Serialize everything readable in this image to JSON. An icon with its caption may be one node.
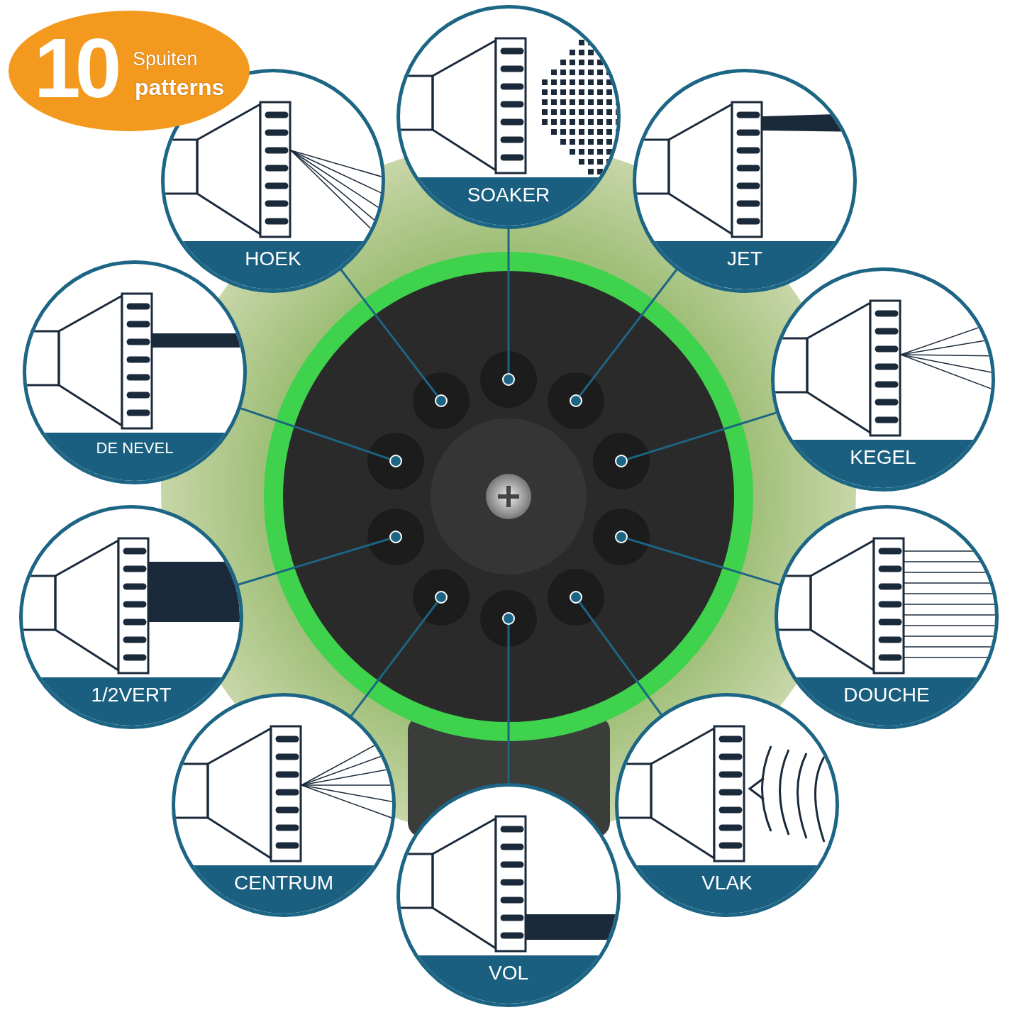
{
  "diagram": {
    "nodes": [
      {
        "text": [
          "10",
          "Spuiten",
          "patterns"
        ]
      },
      {
        "text": [],
        "shape": "picture"
      },
      {
        "text": [],
        "shape": "circle",
        "in": 1
      },
      {
        "text": [],
        "shape": "circle",
        "in": 1
      },
      {
        "text": [],
        "shape": "circle",
        "in": 1
      },
      {
        "text": [],
        "shape": "circle",
        "in": 1
      },
      {
        "text": [],
        "shape": "circle",
        "in": 1
      },
      {
        "text": [],
        "shape": "circle",
        "in": 1
      },
      {
        "text": [],
        "shape": "circle",
        "in": 1
      },
      {
        "text": [],
        "shape": "circle",
        "in": 1
      },
      {
        "text": [],
        "shape": "circle",
        "in": 1
      },
      {
        "text": [],
        "shape": "circle",
        "in": 1
      },
      {
        "text": [
          "SOAKER"
        ]
      },
      {
        "text": [
          "HOEK"
        ]
      },
      {
        "text": [
          "JET"
        ]
      },
      {
        "text": [
          "DE NEVEL"
        ]
      },
      {
        "text": [
          "KEGEL"
        ]
      },
      {
        "text": [
          "1/2VERT"
        ]
      },
      {
        "text": [
          "DOUCHE"
        ]
      },
      {
        "text": [
          "CENTRUM"
        ]
      },
      {
        "text": [
          "VLAK"
        ]
      },
      {
        "text": [
          "VOL"
        ]
      }
    ],
    "edges": [
      {
        "from": 12,
        "to": 2,
        "arrow": "none"
      },
      {
        "from": 13,
        "to": 3,
        "arrow": "none"
      },
      {
        "from": 14,
        "to": 4,
        "arrow": "none"
      },
      {
        "from": 15,
        "to": 5,
        "arrow": "none"
      },
      {
        "from": 16,
        "to": 6,
        "arrow": "none"
      },
      {
        "from": 17,
        "to": 7,
        "arrow": "none"
      },
      {
        "from": 18,
        "to": 8,
        "arrow": "none"
      },
      {
        "from": 19,
        "to": 9,
        "arrow": "none"
      },
      {
        "from": 20,
        "to": 10,
        "arrow": "none"
      },
      {
        "from": 21,
        "to": 11,
        "arrow": "none"
      }
    ]
  }
}
